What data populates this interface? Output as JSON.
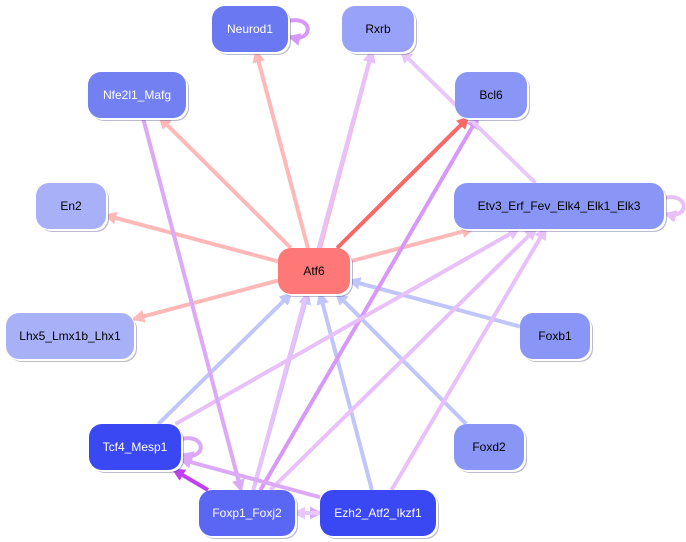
{
  "graph": {
    "nodes": [
      {
        "id": "Atf6",
        "label": "Atf6",
        "color": "#ff7878",
        "text": "#000000"
      },
      {
        "id": "Neurod1",
        "label": "Neurod1",
        "color": "#6a78f2",
        "text": "#ffffff"
      },
      {
        "id": "Rxrb",
        "label": "Rxrb",
        "color": "#98a2f8",
        "text": "#000000"
      },
      {
        "id": "Nfe2l1_Mafg",
        "label": "Nfe2l1_Mafg",
        "color": "#7280f2",
        "text": "#ffffff"
      },
      {
        "id": "Bcl6",
        "label": "Bcl6",
        "color": "#8a96f6",
        "text": "#000000"
      },
      {
        "id": "Etv3",
        "label": "Etv3_Erf_Fev_Elk4_Elk1_Elk3",
        "color": "#8a96f6",
        "text": "#000000"
      },
      {
        "id": "En2",
        "label": "En2",
        "color": "#a8b0f8",
        "text": "#000000"
      },
      {
        "id": "Lhx5",
        "label": "Lhx5_Lmx1b_Lhx1",
        "color": "#a8b0f8",
        "text": "#000000"
      },
      {
        "id": "Foxb1",
        "label": "Foxb1",
        "color": "#8a96f6",
        "text": "#000000"
      },
      {
        "id": "Foxd2",
        "label": "Foxd2",
        "color": "#8a96f6",
        "text": "#000000"
      },
      {
        "id": "Tcf4_Mesp1",
        "label": "Tcf4_Mesp1",
        "color": "#3a48f4",
        "text": "#ffffff"
      },
      {
        "id": "Foxp1_Foxj2",
        "label": "Foxp1_Foxj2",
        "color": "#5a66f4",
        "text": "#ffffff"
      },
      {
        "id": "Ezh2",
        "label": "Ezh2_Atf2_Ikzf1",
        "color": "#3a48f4",
        "text": "#ffffff"
      }
    ],
    "edges": [
      {
        "from": "Atf6",
        "to": "Neurod1",
        "color": "#ffb8b8"
      },
      {
        "from": "Atf6",
        "to": "Rxrb",
        "color": "#ffb8b8"
      },
      {
        "from": "Atf6",
        "to": "Nfe2l1_Mafg",
        "color": "#ffb8b8"
      },
      {
        "from": "Atf6",
        "to": "Bcl6",
        "color": "#f86868"
      },
      {
        "from": "Atf6",
        "to": "Etv3",
        "color": "#ffb8b8"
      },
      {
        "from": "Atf6",
        "to": "En2",
        "color": "#ffb8b8"
      },
      {
        "from": "Atf6",
        "to": "Lhx5",
        "color": "#ffb8b8"
      },
      {
        "from": "Foxb1",
        "to": "Atf6",
        "color": "#c0c6fa"
      },
      {
        "from": "Foxd2",
        "to": "Atf6",
        "color": "#c0c6fa"
      },
      {
        "from": "Tcf4_Mesp1",
        "to": "Atf6",
        "color": "#c0c6fa"
      },
      {
        "from": "Foxp1_Foxj2",
        "to": "Atf6",
        "color": "#c0c6fa"
      },
      {
        "from": "Ezh2",
        "to": "Atf6",
        "color": "#c0c6fa"
      },
      {
        "from": "Foxp1_Foxj2",
        "to": "Rxrb",
        "color": "#e8c0fa"
      },
      {
        "from": "Foxp1_Foxj2",
        "to": "Bcl6",
        "color": "#d898f8"
      },
      {
        "from": "Foxp1_Foxj2",
        "to": "Etv3",
        "color": "#e8c0fa"
      },
      {
        "from": "Ezh2",
        "to": "Etv3",
        "color": "#e8c0fa"
      },
      {
        "from": "Tcf4_Mesp1",
        "to": "Etv3",
        "color": "#e8c0fa"
      },
      {
        "from": "Etv3",
        "to": "Rxrb",
        "color": "#e8c8fa"
      },
      {
        "from": "Nfe2l1_Mafg",
        "to": "Foxp1_Foxj2",
        "color": "#dca8f8"
      },
      {
        "from": "Ezh2",
        "to": "Tcf4_Mesp1",
        "color": "#dca8f8"
      },
      {
        "from": "Foxp1_Foxj2",
        "to": "Tcf4_Mesp1",
        "color": "#c040f4"
      },
      {
        "from": "Foxp1_Foxj2",
        "to": "Ezh2",
        "color": "#dca8f8"
      },
      {
        "from": "Ezh2",
        "to": "Foxp1_Foxj2",
        "color": "#e8c8fa"
      }
    ],
    "self_loops": [
      {
        "node": "Neurod1",
        "color": "#d898f8"
      },
      {
        "node": "Etv3",
        "color": "#e8c0fa"
      },
      {
        "node": "Tcf4_Mesp1",
        "color": "#dca8f8"
      }
    ]
  }
}
